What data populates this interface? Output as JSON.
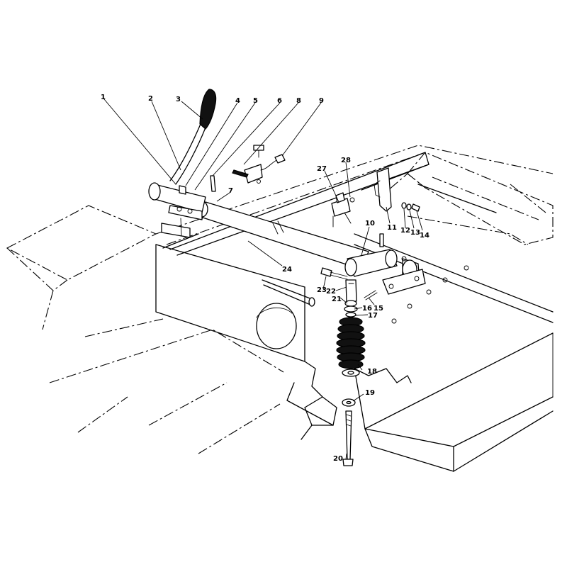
{
  "diagram": {
    "callouts": [
      {
        "id": "1",
        "label": "1"
      },
      {
        "id": "2",
        "label": "2"
      },
      {
        "id": "3",
        "label": "3"
      },
      {
        "id": "4",
        "label": "4"
      },
      {
        "id": "5",
        "label": "5"
      },
      {
        "id": "6",
        "label": "6"
      },
      {
        "id": "7",
        "label": "7"
      },
      {
        "id": "8",
        "label": "8"
      },
      {
        "id": "9",
        "label": "9"
      },
      {
        "id": "10",
        "label": "10"
      },
      {
        "id": "11",
        "label": "11"
      },
      {
        "id": "12",
        "label": "12"
      },
      {
        "id": "13",
        "label": "13"
      },
      {
        "id": "14",
        "label": "14"
      },
      {
        "id": "15",
        "label": "15"
      },
      {
        "id": "16",
        "label": "16"
      },
      {
        "id": "17",
        "label": "17"
      },
      {
        "id": "18",
        "label": "18"
      },
      {
        "id": "19",
        "label": "19"
      },
      {
        "id": "20",
        "label": "20"
      },
      {
        "id": "21",
        "label": "21"
      },
      {
        "id": "22",
        "label": "22"
      },
      {
        "id": "23",
        "label": "23"
      },
      {
        "id": "24",
        "label": "24"
      },
      {
        "id": "27",
        "label": "27"
      },
      {
        "id": "28",
        "label": "28"
      }
    ]
  }
}
